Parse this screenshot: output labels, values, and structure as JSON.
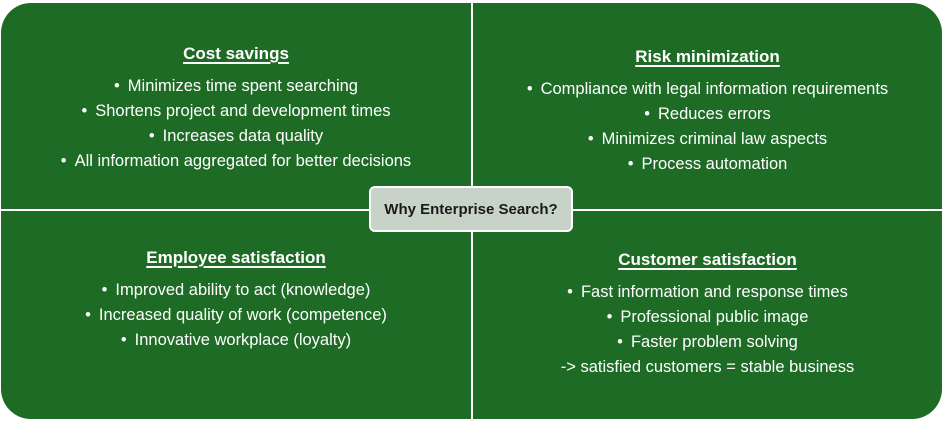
{
  "quadrants": {
    "cost": {
      "title": "Cost savings",
      "items": [
        "Minimizes time spent searching",
        "Shortens project and development times",
        "Increases data quality",
        "All information aggregated for better decisions"
      ]
    },
    "risk": {
      "title": "Risk minimization",
      "items": [
        "Compliance with legal information requirements",
        "Reduces errors",
        "Minimizes criminal law aspects",
        "Process automation"
      ]
    },
    "employee": {
      "title": "Employee satisfaction",
      "items": [
        "Improved ability to act (knowledge)",
        "Increased quality of work (competence)",
        "Innovative workplace (loyalty)"
      ]
    },
    "customer": {
      "title": "Customer satisfaction",
      "items": [
        "Fast information and response times",
        "Professional public image",
        "Faster problem solving"
      ],
      "conclusion": "-> satisfied customers = stable business"
    }
  },
  "center": {
    "label": "Why Enterprise Search?"
  },
  "colors": {
    "background": "#1e6b25",
    "center_box": "#c8d3c8",
    "text": "#ffffff"
  }
}
